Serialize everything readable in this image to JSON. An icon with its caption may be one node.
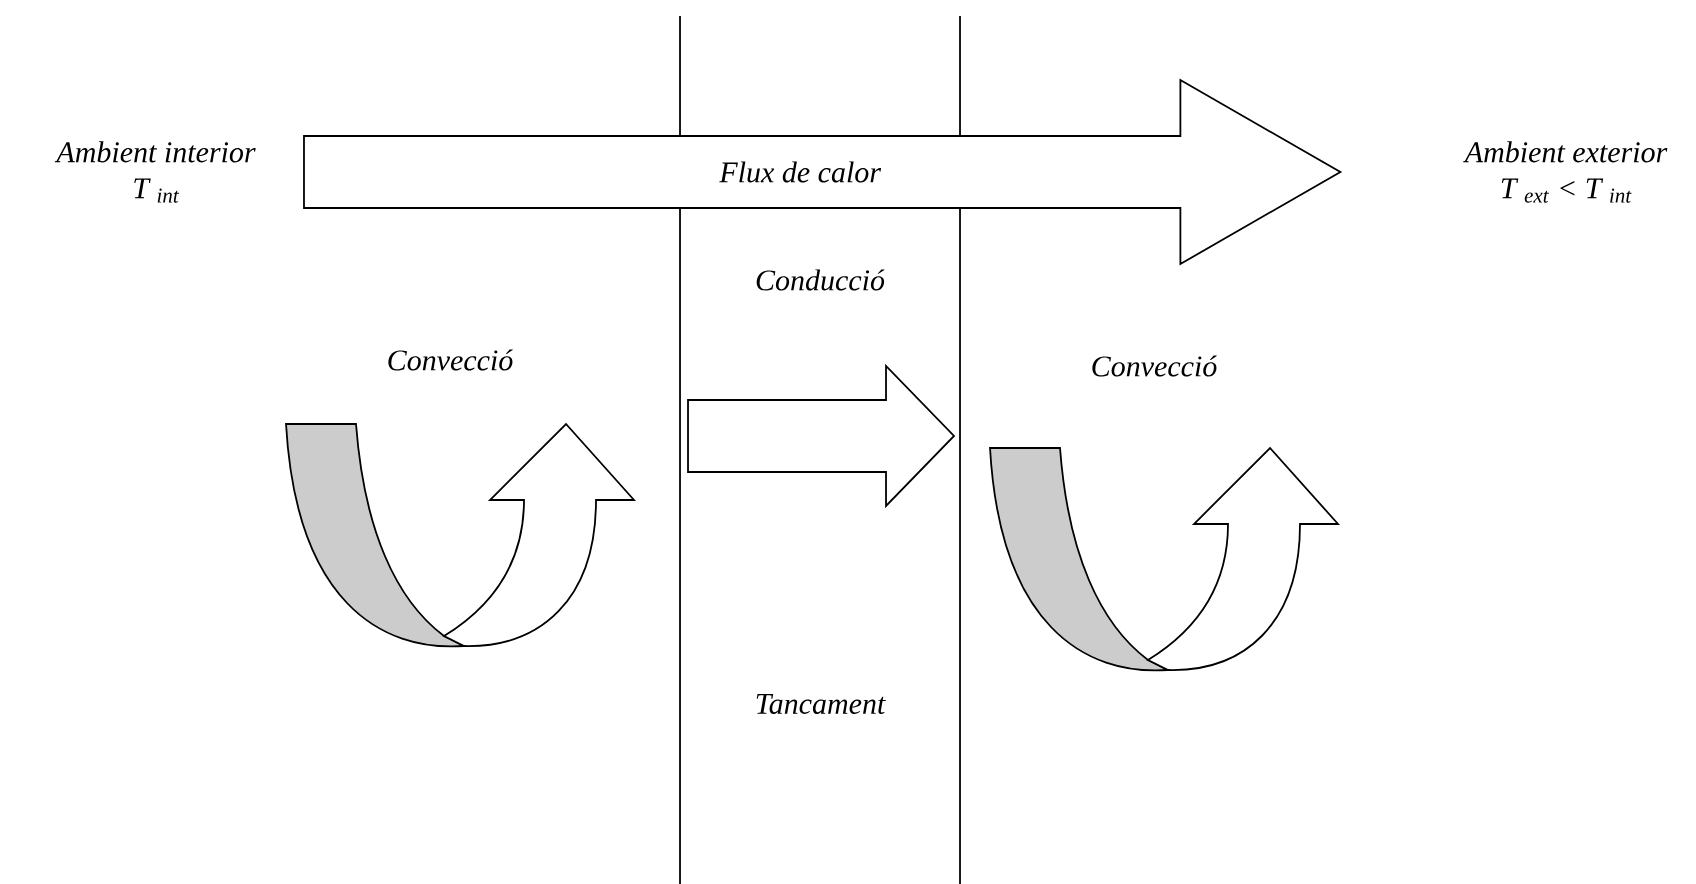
{
  "diagram": {
    "nodes": [
      {
        "text": [
          "Ambient interior",
          "T $_{int}$"
        ]
      },
      {
        "text": [
          "Ambient exterior",
          "T $_{ext}$ < T $_{int}$"
        ]
      }
    ],
    "edges": [
      {
        "from": 0,
        "to": 1,
        "arrow": "to",
        "label": "Flux de calor"
      }
    ],
    "labels": [
      "Conducció",
      "Convecció",
      "Convecció",
      "Tancament"
    ]
  }
}
